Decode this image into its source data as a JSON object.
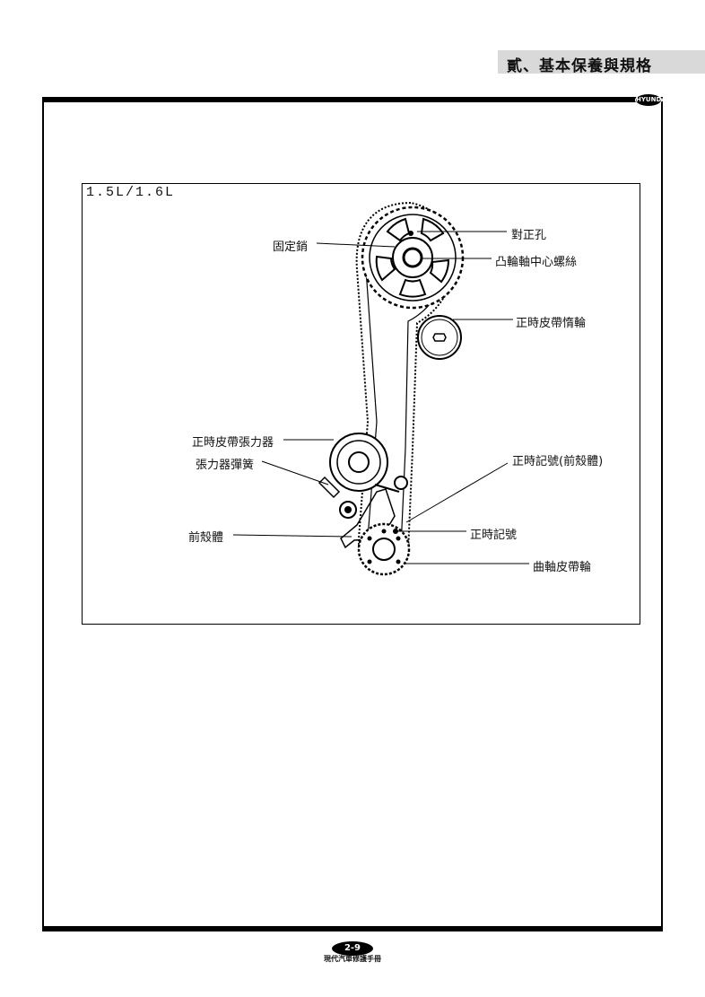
{
  "header": {
    "title": "貳、基本保養與規格",
    "logo_text": "HYUNDAI"
  },
  "diagram": {
    "variant_label": "1.5L/1.6L",
    "labels": {
      "alignment_hole": "對正孔",
      "fixing_pin": "固定銷",
      "camshaft_center_bolt": "凸輪軸中心螺絲",
      "timing_belt_idler": "正時皮帶惰輪",
      "timing_belt_tensioner": "正時皮帶張力器",
      "tensioner_spring": "張力器彈簧",
      "timing_mark_front_case": "正時記號(前殼體)",
      "timing_mark": "正時記號",
      "front_case": "前殼體",
      "crankshaft_belt_pulley": "曲軸皮帶輪"
    }
  },
  "footer": {
    "page_number": "2-9",
    "publisher": "現代汽車修護手冊"
  }
}
